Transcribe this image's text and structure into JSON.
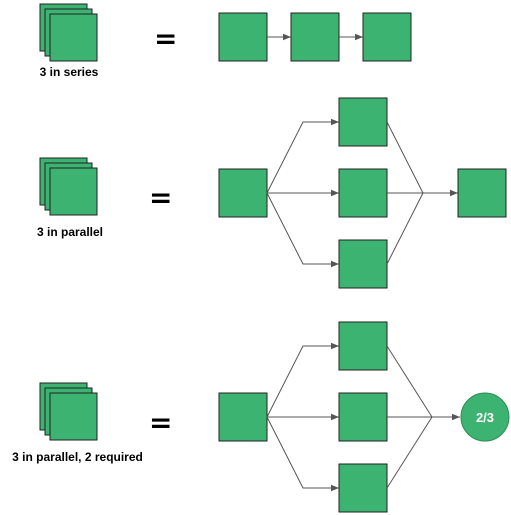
{
  "colors": {
    "block_fill": "#3cb371",
    "block_stroke": "#222222",
    "connector": "#555555",
    "gate_stroke": "#2e8b57"
  },
  "sections": [
    {
      "caption": "3 in series",
      "symbol": "="
    },
    {
      "caption": "3 in parallel",
      "symbol": "="
    },
    {
      "caption": "3 in parallel, 2 required",
      "symbol": "="
    }
  ],
  "gate": {
    "label": "2/3"
  }
}
